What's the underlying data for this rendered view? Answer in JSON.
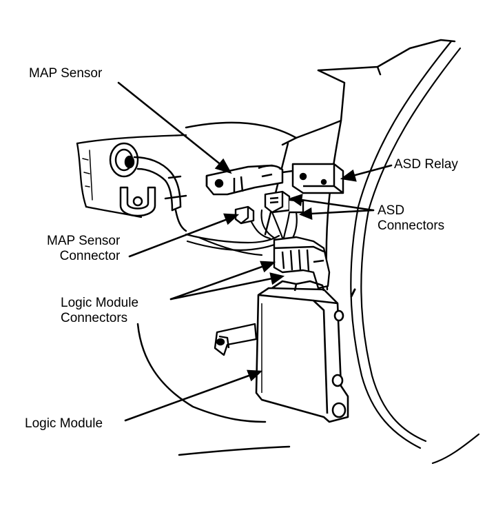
{
  "labels": {
    "map_sensor": "MAP Sensor",
    "asd_relay": "ASD Relay",
    "asd_connectors": [
      "ASD",
      "Connectors"
    ],
    "map_sensor_connector": [
      "MAP Sensor",
      "Connector"
    ],
    "logic_module_connectors": [
      "Logic Module",
      "Connectors"
    ],
    "logic_module": "Logic Module"
  },
  "colors": {
    "ink": "#000000",
    "paper": "#ffffff"
  }
}
